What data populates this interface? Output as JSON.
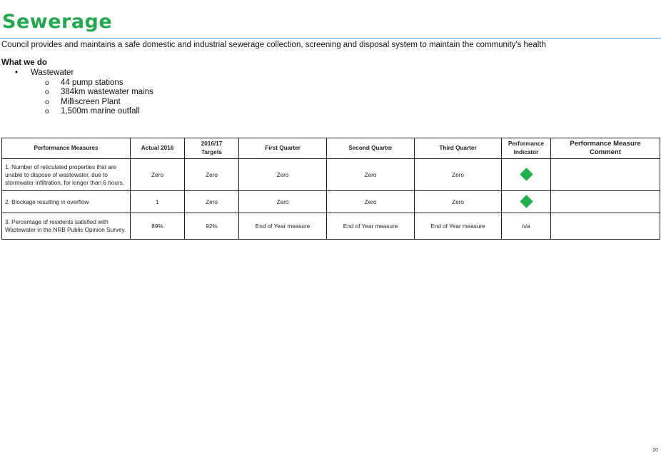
{
  "header": {
    "title": "Sewerage",
    "intro": "Council provides and maintains a safe domestic and industrial sewerage collection, screening and disposal system to maintain the community's health"
  },
  "what_we_do": {
    "heading": "What we do",
    "items": [
      {
        "label": "Wastewater",
        "bullet": "•",
        "sub_bullet": "o",
        "subitems": [
          "44 pump stations",
          "384km wastewater mains",
          "Milliscreen Plant",
          "1,500m marine outfall"
        ]
      }
    ]
  },
  "table": {
    "headers": {
      "measure": "Performance Measures",
      "actual": "Actual 2016",
      "targets_line1": "2016/17",
      "targets_line2": "Targets",
      "q1": "First Quarter",
      "q2": "Second Quarter",
      "q3": "Third Quarter",
      "indicator_line1": "Performance",
      "indicator_line2": "Indicator",
      "comment": "Performance Measure Comment"
    },
    "rows": [
      {
        "measure": "1. Number of reticulated properties that are unable to dispose of wastewater, due to stormwater infiltration, for longer than 6 hours.",
        "actual": "Zero",
        "target": "Zero",
        "q1": "Zero",
        "q2": "Zero",
        "q3": "Zero",
        "indicator": "green-diamond",
        "comment": ""
      },
      {
        "measure": "2. Blockage resulting in overflow",
        "actual": "1",
        "target": "Zero",
        "q1": "Zero",
        "q2": "Zero",
        "q3": "Zero",
        "indicator": "green-diamond",
        "comment": ""
      },
      {
        "measure": "3. Percentage of residents satisfied with Wastewater in the NRB Public Opinion Survey.",
        "actual": "89%",
        "target": "92%",
        "q1": "End of Year measure",
        "q2": "End of Year measure",
        "q3": "End of Year measure",
        "indicator": "n/a",
        "comment": ""
      }
    ]
  },
  "footer": {
    "page_number": "20"
  },
  "colors": {
    "title": "#22a94f",
    "rule": "#3ba3d6",
    "indicator_green": "#1fae4b"
  }
}
